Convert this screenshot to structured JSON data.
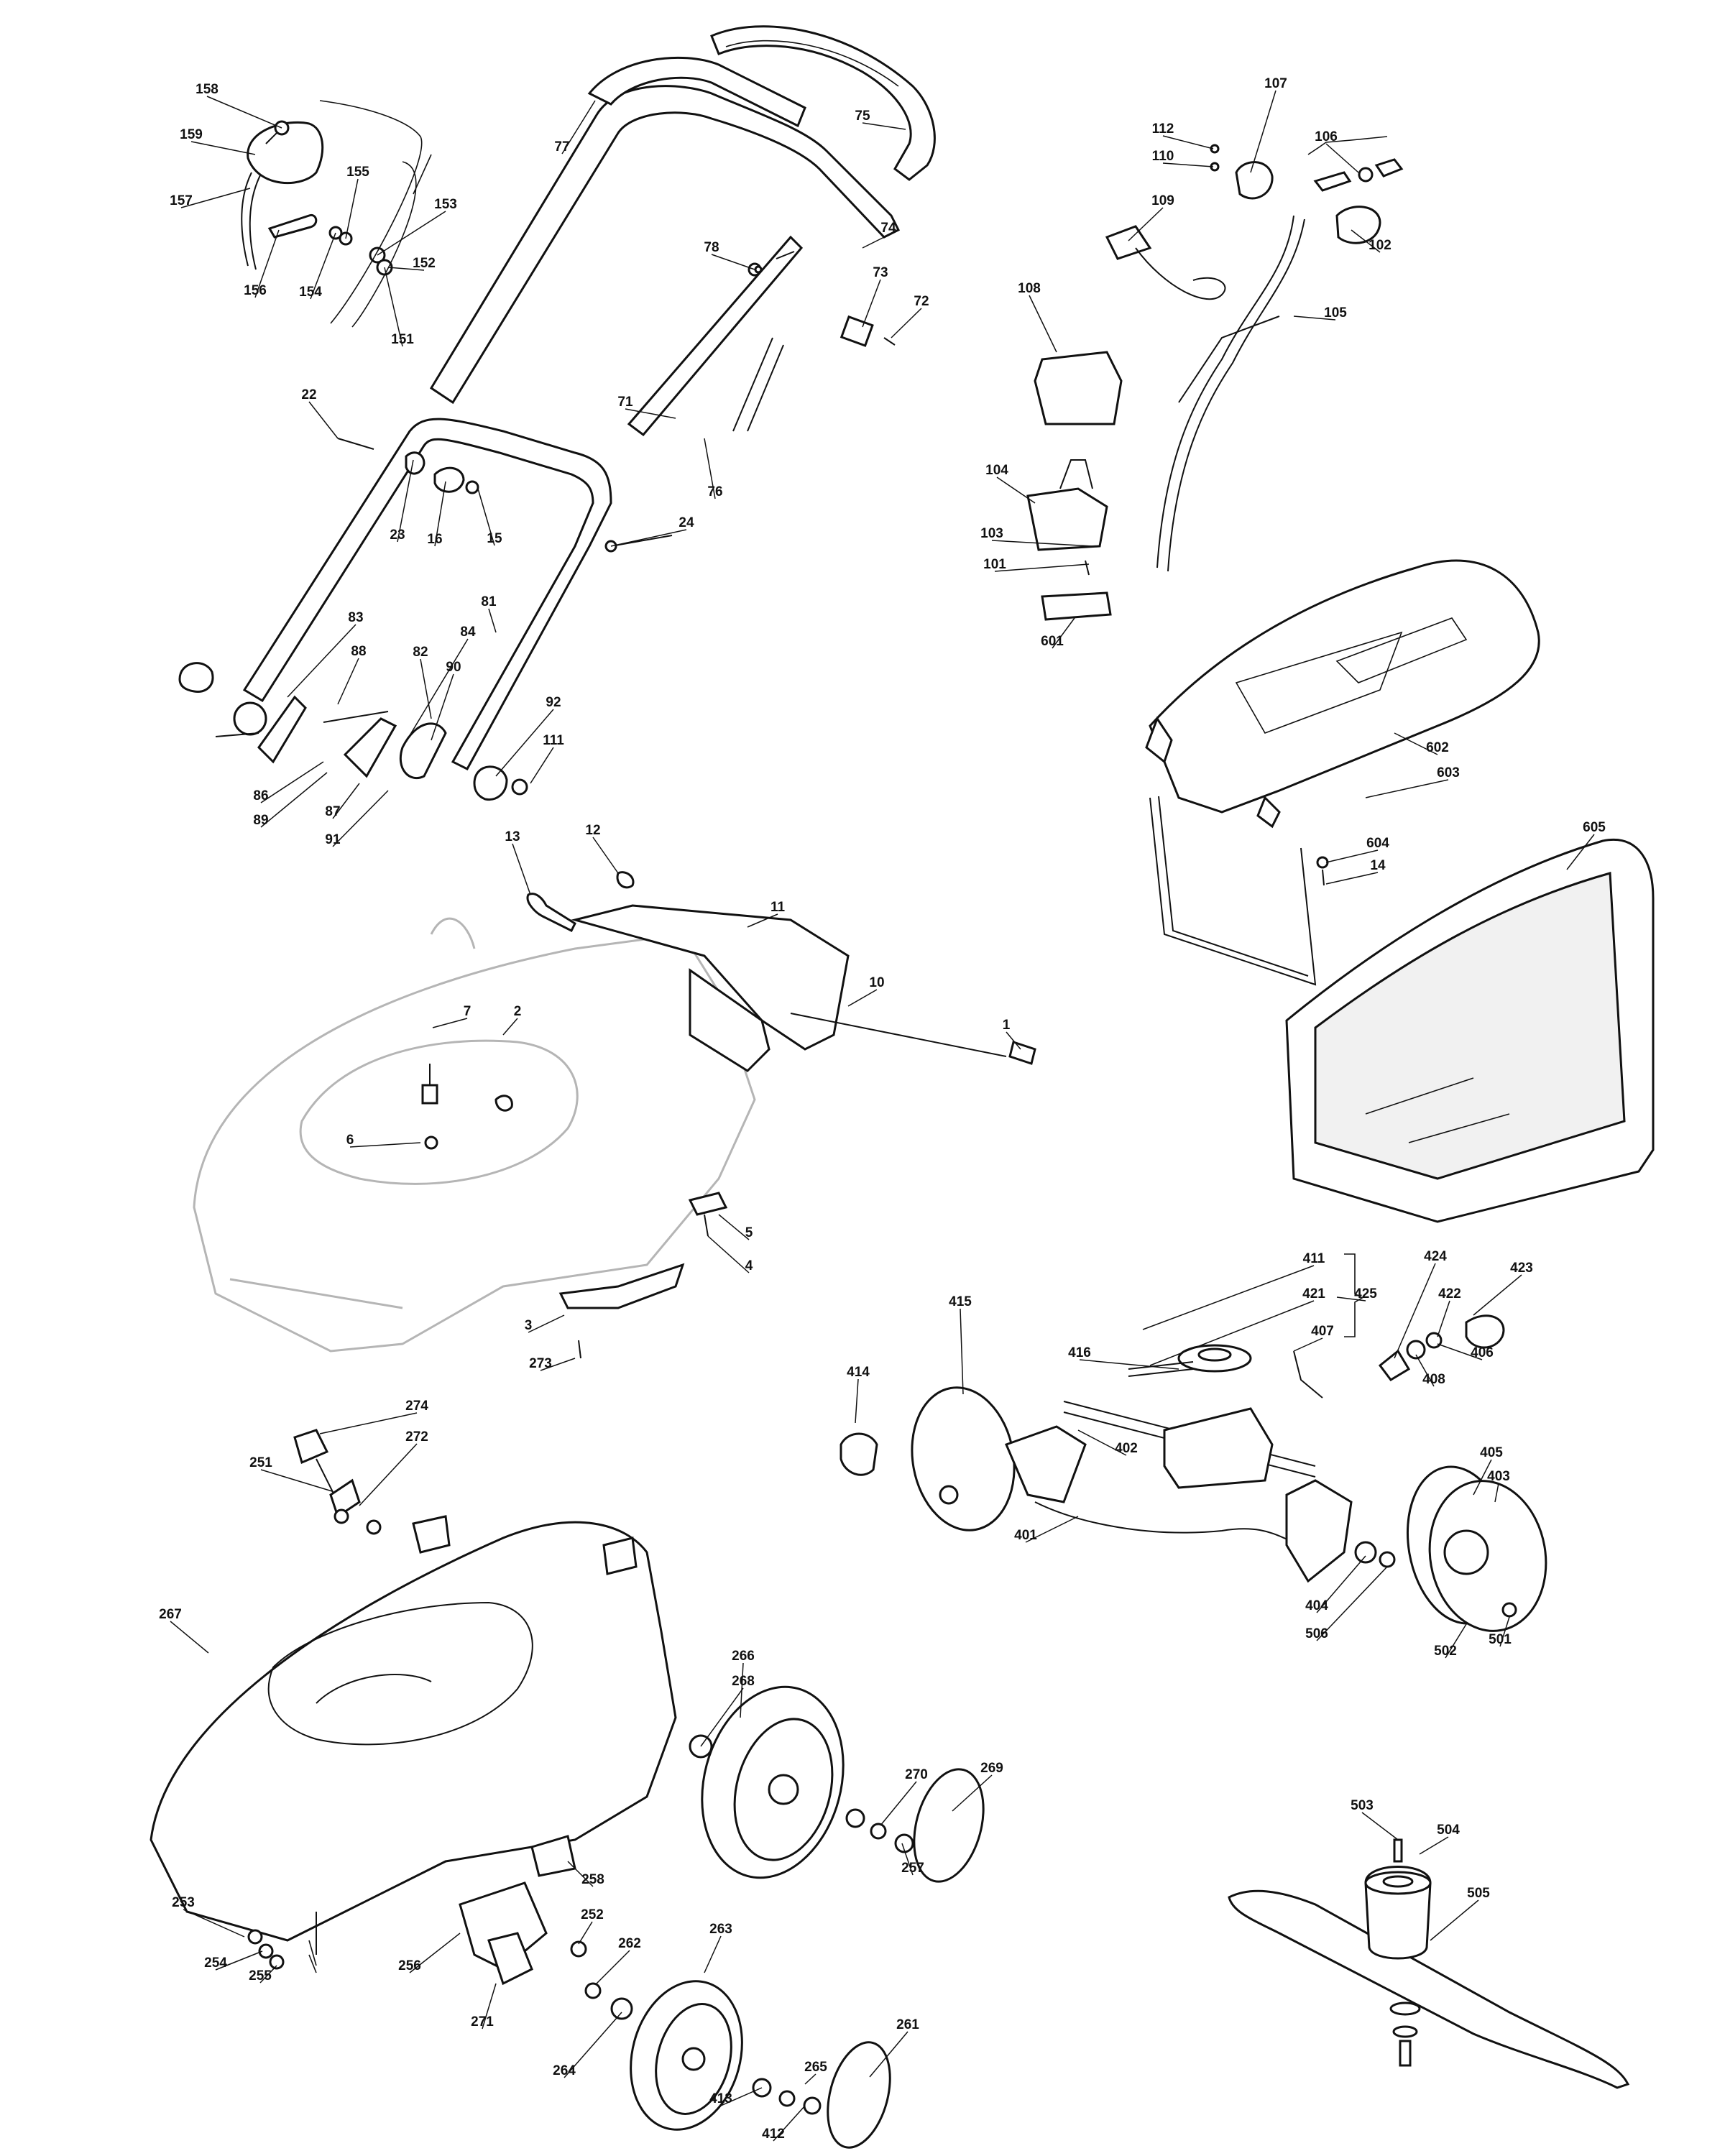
{
  "diagram": {
    "type": "exploded parts diagram",
    "part_numbers": [
      "158",
      "159",
      "157",
      "156",
      "154",
      "155",
      "153",
      "152",
      "151",
      "77",
      "75",
      "78",
      "74",
      "73",
      "72",
      "71",
      "76",
      "22",
      "23",
      "16",
      "15",
      "24",
      "81",
      "83",
      "84",
      "82",
      "90",
      "88",
      "86",
      "89",
      "87",
      "91",
      "92",
      "111",
      "112",
      "110",
      "107",
      "106",
      "109",
      "102",
      "108",
      "105",
      "104",
      "103",
      "101",
      "601",
      "602",
      "603",
      "605",
      "604",
      "14",
      "13",
      "12",
      "11",
      "10",
      "1",
      "7",
      "2",
      "6",
      "5",
      "4",
      "3",
      "273",
      "274",
      "272",
      "251",
      "267",
      "266",
      "268",
      "270",
      "269",
      "257",
      "258",
      "252",
      "253",
      "254",
      "255",
      "256",
      "271",
      "262",
      "263",
      "265",
      "261",
      "264",
      "413",
      "412",
      "411",
      "421",
      "425",
      "424",
      "423",
      "422",
      "406",
      "408",
      "415",
      "414",
      "416",
      "407",
      "402",
      "401",
      "405",
      "403",
      "404",
      "506",
      "501",
      "502",
      "503",
      "504",
      "505"
    ]
  }
}
